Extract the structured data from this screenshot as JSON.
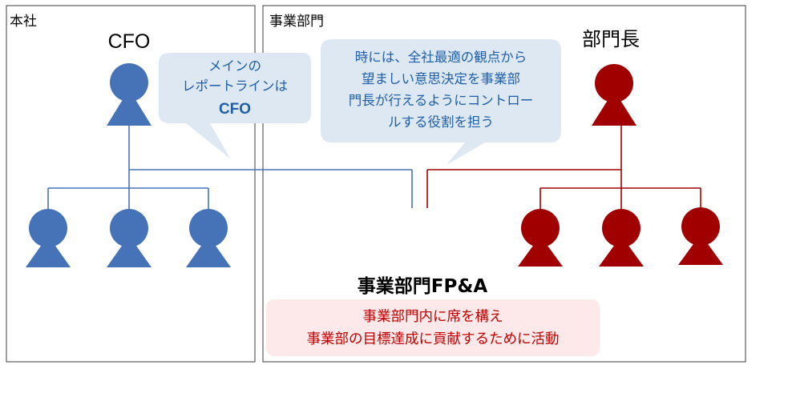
{
  "colors": {
    "blue": "#4673b8",
    "red": "#a00000",
    "callout_bg": "#dde8f3",
    "callout_text": "#1f5fa8",
    "red_box_bg": "#fde9e9",
    "red_text": "#c00000"
  },
  "boxes": {
    "headquarters": "本社",
    "division": "事業部門"
  },
  "labels": {
    "cfo": "CFO",
    "division_head": "部門長",
    "fpa": "事業部門FP&A"
  },
  "callouts": {
    "cfo_line_1": "メインの",
    "cfo_line_2": "レポートラインは",
    "cfo_line_3": "CFO",
    "division_line_1": "時には、全社最適の観点から",
    "division_line_2": "望ましい意思決定を事業部",
    "division_line_3": "門長が行えるようにコントロー",
    "division_line_4": "ルする役割を担う"
  },
  "fpa_note": {
    "line_1": "事業部門内に席を構え",
    "line_2": "事業部の目標達成に貢献するために活動"
  },
  "icons": {
    "person": "person-icon",
    "split_person": "half-blue-half-red-person-icon"
  }
}
